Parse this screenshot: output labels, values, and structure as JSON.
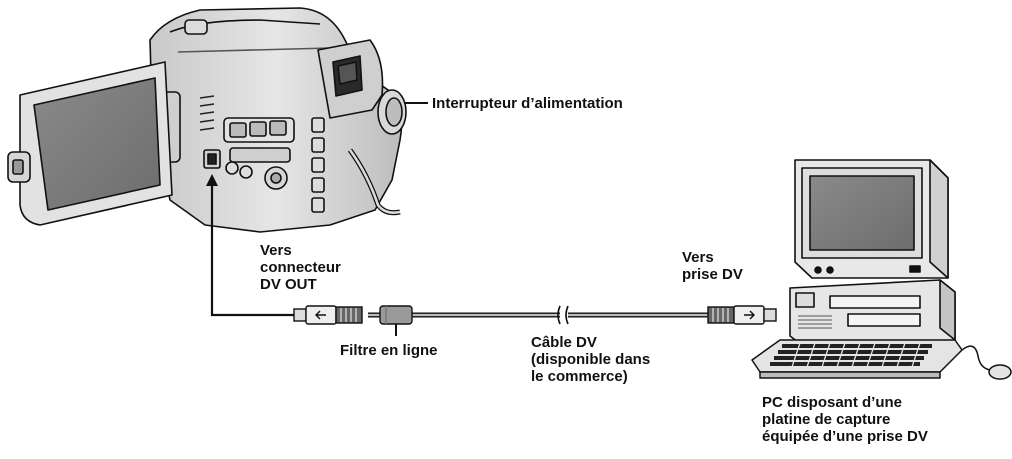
{
  "labels": {
    "power_switch": "Interrupteur d’alimentation",
    "to_dv_out": [
      "Vers",
      "connecteur",
      "DV OUT"
    ],
    "to_dv_jack": [
      "Vers",
      "prise DV"
    ],
    "inline_filter": "Filtre en ligne",
    "dv_cable": [
      "Câble DV",
      "(disponible dans",
      "le commerce)"
    ],
    "pc_caption": [
      "PC disposant d’une",
      "platine de capture",
      "équipée d’une prise DV"
    ]
  },
  "icons": [
    "camcorder-icon",
    "lcd-monitor-icon",
    "desktop-pc-icon",
    "keyboard-icon",
    "mouse-icon",
    "dv-plug-icon",
    "ferrite-filter-icon"
  ]
}
